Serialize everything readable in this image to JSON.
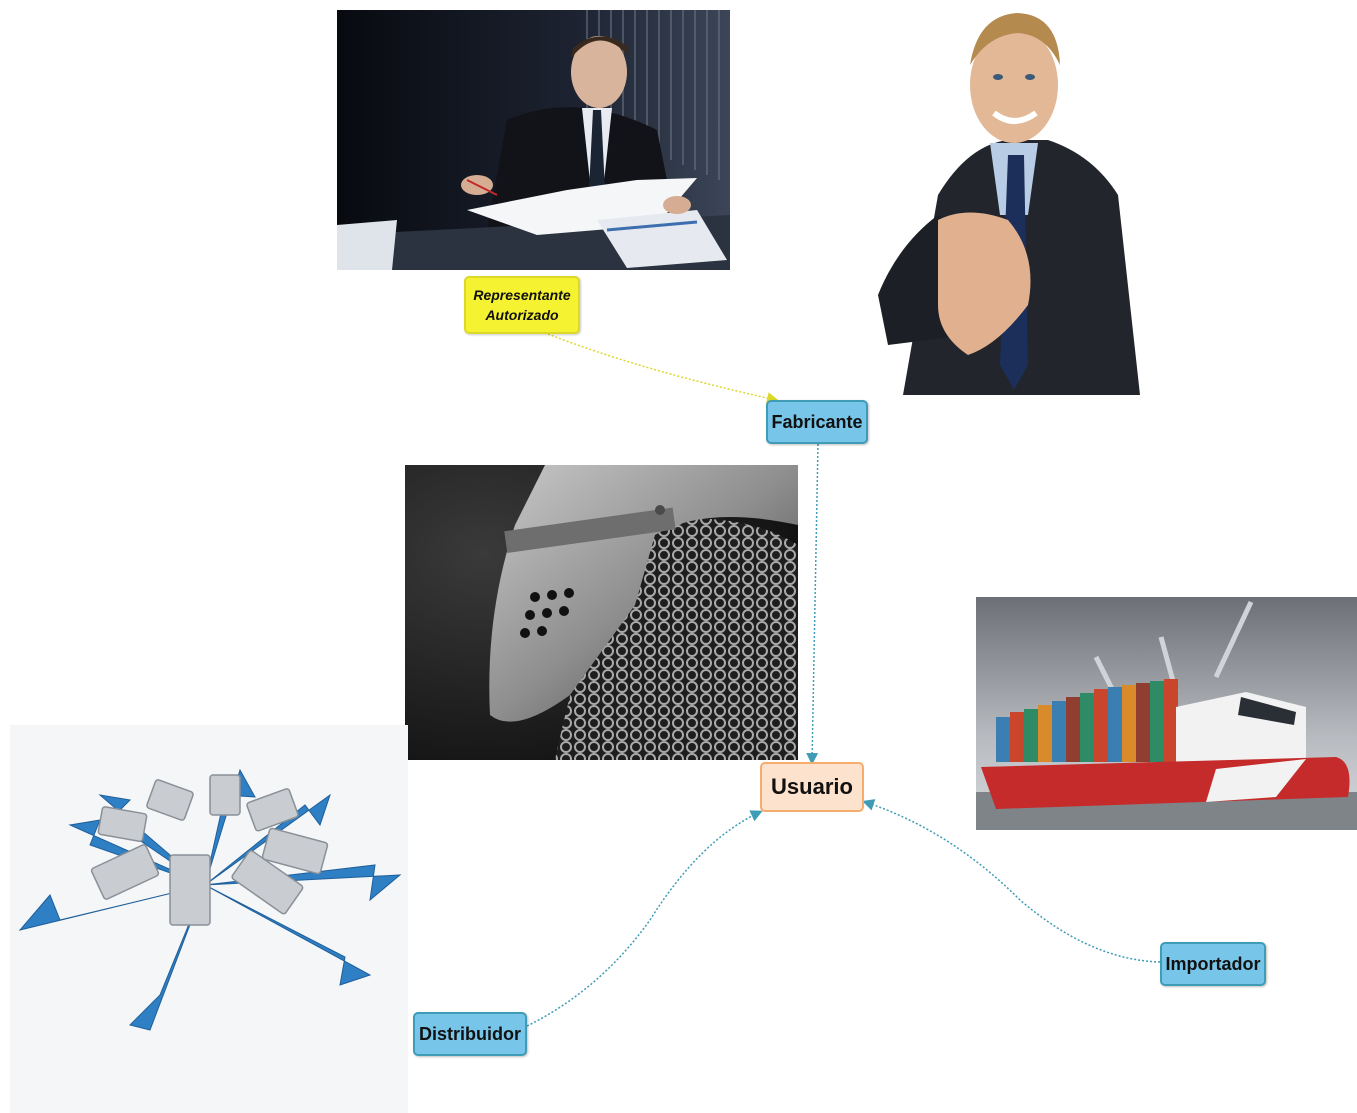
{
  "nodes": {
    "representante": {
      "line1": "Representante",
      "line2": "Autorizado"
    },
    "fabricante": "Fabricante",
    "usuario": "Usuario",
    "distribuidor": "Distribuidor",
    "importador": "Importador"
  },
  "colors": {
    "node_blue": "#77c6ea",
    "node_blue_border": "#3f9cb7",
    "node_yellow": "#f5f232",
    "node_orange_fill": "#fde2cd",
    "node_orange_border": "#f6ac6c",
    "connector_teal": "#3f9cb7",
    "connector_yellow": "#dcd82a"
  },
  "images": {
    "office": "businessman-reading-documents-photo",
    "handshake": "smiling-businessman-offering-handshake-photo",
    "helmet": "knight-helmet-chainmail-photo",
    "ship": "container-ship-photo",
    "trucks": "trucks-distribution-arrows-illustration"
  }
}
